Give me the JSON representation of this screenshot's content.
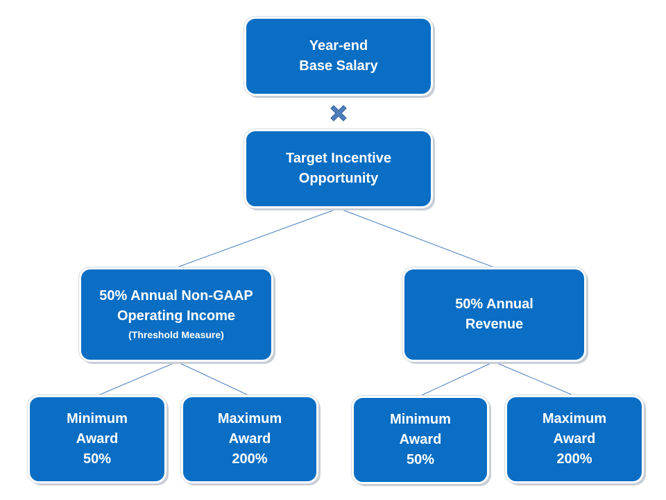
{
  "diagram": {
    "top": {
      "lines": [
        "Year-end",
        "Base Salary"
      ]
    },
    "operator_icon": "multiply-x-icon",
    "target": {
      "lines": [
        "Target Incentive",
        "Opportunity"
      ]
    },
    "left_branch": {
      "lines": [
        "50% Annual Non-GAAP",
        "Operating Income"
      ],
      "note": "(Threshold Measure)",
      "minimum": {
        "lines": [
          "Minimum",
          "Award",
          "50%"
        ]
      },
      "maximum": {
        "lines": [
          "Maximum",
          "Award",
          "200%"
        ]
      }
    },
    "right_branch": {
      "lines": [
        "50% Annual",
        "Revenue"
      ],
      "minimum": {
        "lines": [
          "Minimum",
          "Award",
          "50%"
        ]
      },
      "maximum": {
        "lines": [
          "Maximum",
          "Award",
          "200%"
        ]
      }
    }
  },
  "colors": {
    "box_fill": "#0a6ec4",
    "connector": "#4a7fc0",
    "operator": "#4f7fbd"
  }
}
